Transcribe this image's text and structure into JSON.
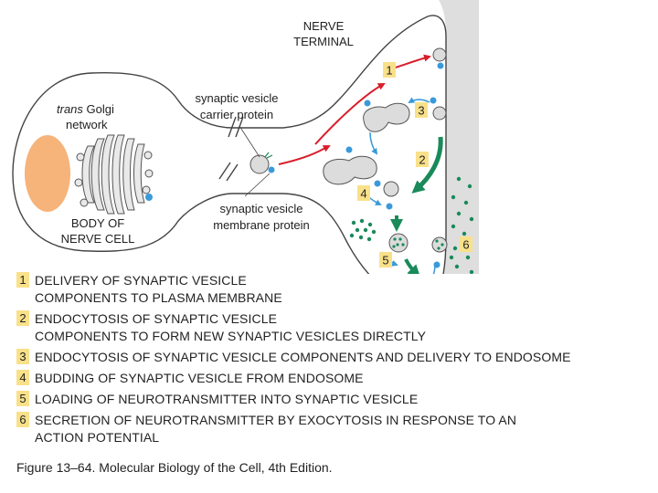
{
  "labels": {
    "nerve_terminal_l1": "NERVE",
    "nerve_terminal_l2": "TERMINAL",
    "trans_golgi_italic": "trans",
    "trans_golgi_rest": " Golgi",
    "trans_golgi_l2": "network",
    "carrier_l1": "synaptic vesicle",
    "carrier_l2": "carrier protein",
    "membrane_l1": "synaptic vesicle",
    "membrane_l2": "membrane protein",
    "body_l1": "BODY OF",
    "body_l2": "NERVE CELL"
  },
  "steps": [
    {
      "num": "1",
      "text": "DELIVERY OF SYNAPTIC VESICLE\nCOMPONENTS TO PLASMA MEMBRANE"
    },
    {
      "num": "2",
      "text": "ENDOCYTOSIS OF SYNAPTIC VESICLE\nCOMPONENTS TO FORM NEW SYNAPTIC VESICLES DIRECTLY"
    },
    {
      "num": "3",
      "text": "ENDOCYTOSIS OF SYNAPTIC VESICLE COMPONENTS AND DELIVERY TO ENDOSOME"
    },
    {
      "num": "4",
      "text": "BUDDING OF SYNAPTIC VESICLE FROM ENDOSOME"
    },
    {
      "num": "5",
      "text": "LOADING OF NEUROTRANSMITTER INTO SYNAPTIC VESICLE"
    },
    {
      "num": "6",
      "text": "SECRETION OF NEUROTRANSMITTER BY EXOCYTOSIS IN RESPONSE TO AN\nACTION POTENTIAL"
    }
  ],
  "caption": "Figure 13–64. Molecular Biology of the Cell, 4th Edition.",
  "colors": {
    "nucleus": "#f6b37a",
    "golgi": "#e9e9e9",
    "vesicle": "#dcdcdc",
    "extracellular": "#dedede",
    "green": "#1a8a5a",
    "red_arrow": "#d81e2a",
    "blue_arrow": "#3a9ad9",
    "tag": "#f9e18a"
  }
}
